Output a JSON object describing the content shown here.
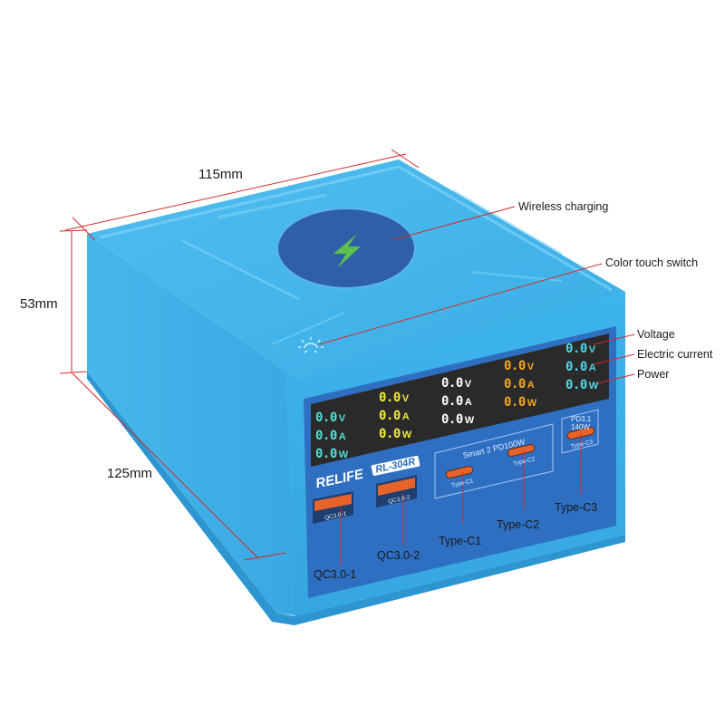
{
  "product": {
    "brand": "RELIFE",
    "model": "RL-304R",
    "smart_group_label": "Smart 2 PD100W",
    "pd_label_line1": "PD3.1",
    "pd_label_line2": "140W"
  },
  "dimensions": {
    "width": "115mm",
    "height": "53mm",
    "depth": "125mm"
  },
  "callouts": {
    "wireless_charging": "Wireless charging",
    "color_touch_switch": "Color touch switch",
    "voltage": "Voltage",
    "electric_current": "Electric current",
    "power": "Power",
    "qc1": "QC3.0-1",
    "qc2": "QC3.0-2",
    "typec1": "Type-C1",
    "typec2": "Type-C2",
    "typec3": "Type-C3"
  },
  "port_labels": {
    "qc1": "QC3.0-1",
    "qc2": "QC3.0-2",
    "c1": "Type-C1",
    "c2": "Type-C2",
    "c3": "Type-C3"
  },
  "displays": [
    {
      "port": "QC3.0-1",
      "color": "#4fe0d8",
      "v": "0.0",
      "a": "0.0",
      "w": "0.0"
    },
    {
      "port": "QC3.0-2",
      "color": "#f2ea3a",
      "v": "0.0",
      "a": "0.0",
      "w": "0.0"
    },
    {
      "port": "Type-C1",
      "color": "#ffffff",
      "v": "0.0",
      "a": "0.0",
      "w": "0.0"
    },
    {
      "port": "Type-C2",
      "color": "#f5a623",
      "v": "0.0",
      "a": "0.0",
      "w": "0.0"
    },
    {
      "port": "Type-C3",
      "color": "#4fd8e8",
      "v": "0.0",
      "a": "0.0",
      "w": "0.0"
    }
  ],
  "units": {
    "v": "V",
    "a": "A",
    "w": "W"
  },
  "icons": {
    "wireless": "lightning-bolt-icon",
    "touch": "sun-icon"
  },
  "colors": {
    "body": "#3fb0e8",
    "body_dark": "#2c9ad6",
    "panel": "#2f6fc2",
    "screen": "#2a2a2a",
    "port_orange": "#e8632a",
    "pad": "#2e5fa8",
    "bolt": "#5cc04a",
    "annotation_line": "#d42a2a"
  }
}
